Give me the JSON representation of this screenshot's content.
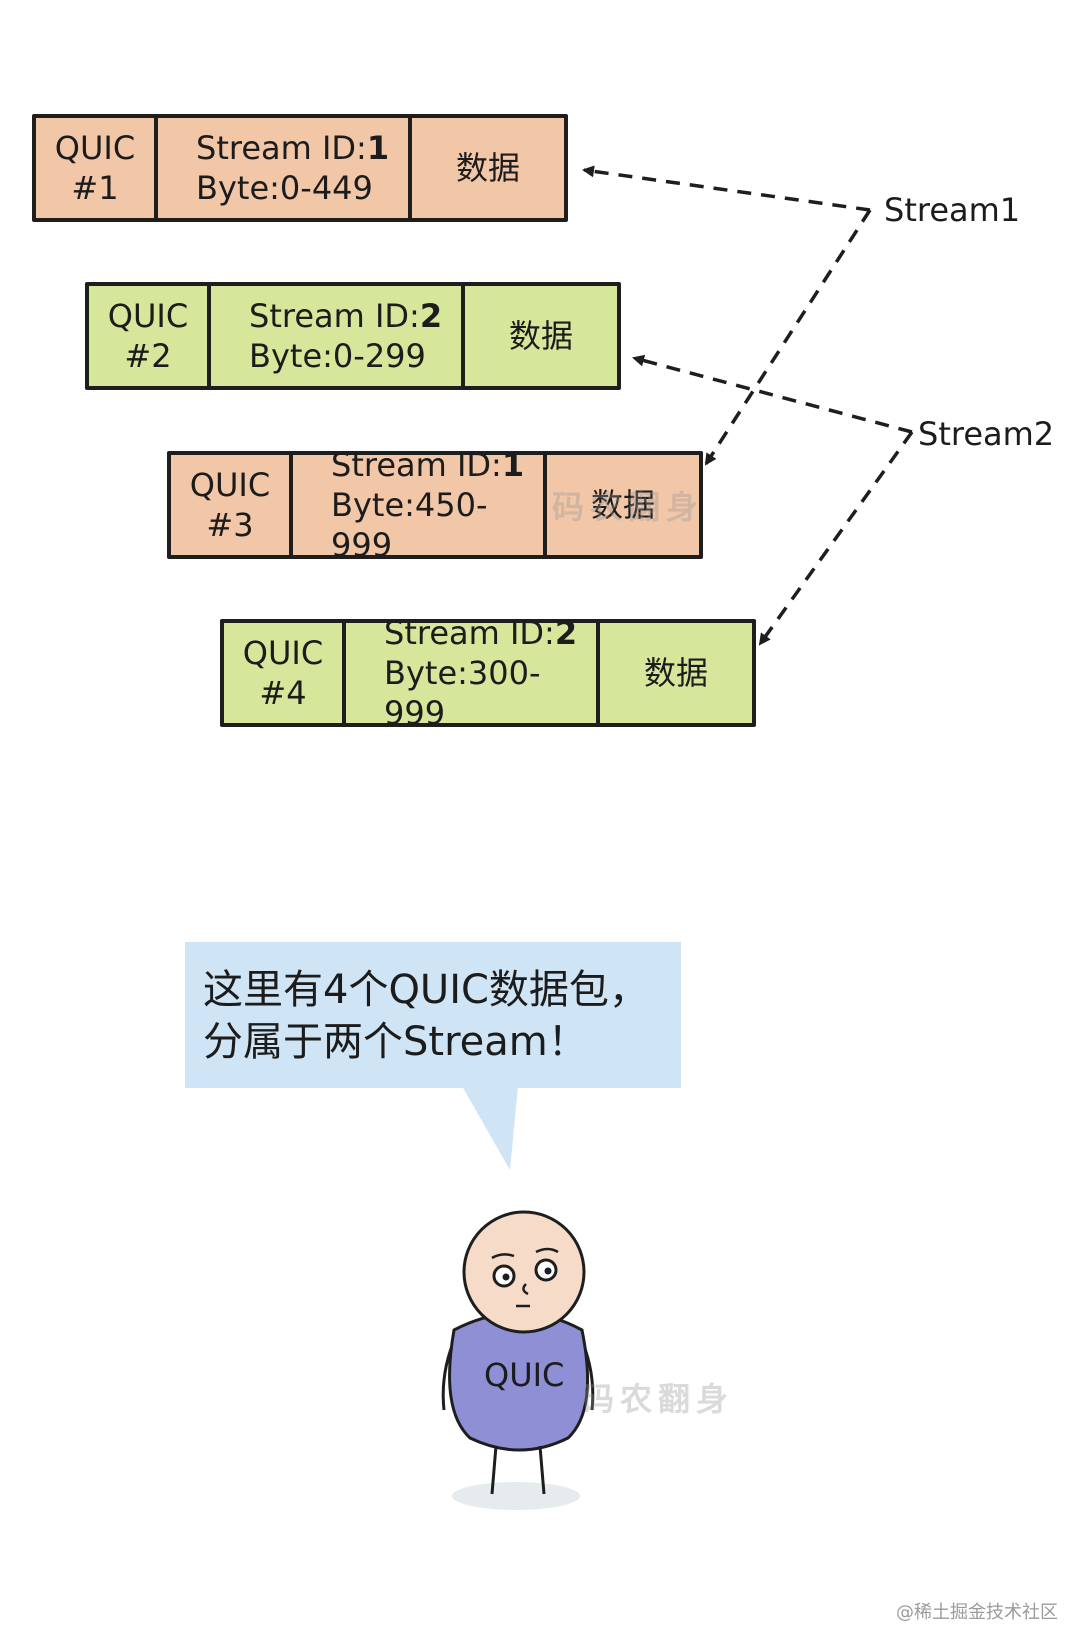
{
  "packets": [
    {
      "quic": "QUIC",
      "num": "#1",
      "stream_prefix": "Stream ID:",
      "stream_id": "1",
      "bytes": "Byte:0-449",
      "data": "数据"
    },
    {
      "quic": "QUIC",
      "num": "#2",
      "stream_prefix": "Stream ID:",
      "stream_id": "2",
      "bytes": "Byte:0-299",
      "data": "数据"
    },
    {
      "quic": "QUIC",
      "num": "#3",
      "stream_prefix": "Stream ID:",
      "stream_id": "1",
      "bytes": "Byte:450-999",
      "data": "数据"
    },
    {
      "quic": "QUIC",
      "num": "#4",
      "stream_prefix": "Stream ID:",
      "stream_id": "2",
      "bytes": "Byte:300-999",
      "data": "数据"
    }
  ],
  "streams": {
    "stream1": "Stream1",
    "stream2": "Stream2"
  },
  "bubble": {
    "line1": "这里有4个QUIC数据包，",
    "line2": "分属于两个Stream！"
  },
  "character": {
    "label": "QUIC"
  },
  "watermark": "码农翻身",
  "credit": "@稀土掘金技术社区",
  "colors": {
    "stream1_fill": "#f2c7a8",
    "stream2_fill": "#d6e69a",
    "bubble_fill": "#cfe4f4",
    "character_body": "#8f8fd6",
    "character_head": "#f6dcc8"
  }
}
